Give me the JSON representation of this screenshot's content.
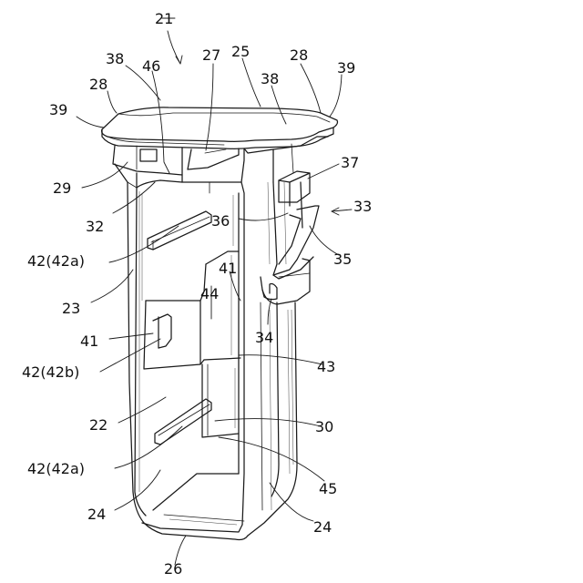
{
  "figure": {
    "title_label": "21",
    "labels": [
      {
        "key": "l46",
        "text": "46"
      },
      {
        "key": "l38a",
        "text": "38"
      },
      {
        "key": "l27",
        "text": "27"
      },
      {
        "key": "l25",
        "text": "25"
      },
      {
        "key": "l28a",
        "text": "28"
      },
      {
        "key": "l38b",
        "text": "38"
      },
      {
        "key": "l39a",
        "text": "39"
      },
      {
        "key": "l28b",
        "text": "28"
      },
      {
        "key": "l39b",
        "text": "39"
      },
      {
        "key": "l37",
        "text": "37"
      },
      {
        "key": "l29",
        "text": "29"
      },
      {
        "key": "l33",
        "text": "33"
      },
      {
        "key": "l36",
        "text": "36"
      },
      {
        "key": "l32",
        "text": "32"
      },
      {
        "key": "l42a1",
        "text": "42(42a)"
      },
      {
        "key": "l35",
        "text": "35"
      },
      {
        "key": "l41a",
        "text": "41"
      },
      {
        "key": "l23",
        "text": "23"
      },
      {
        "key": "l44",
        "text": "44"
      },
      {
        "key": "l34",
        "text": "34"
      },
      {
        "key": "l41b",
        "text": "41"
      },
      {
        "key": "l42b",
        "text": "42(42b)"
      },
      {
        "key": "l43",
        "text": "43"
      },
      {
        "key": "l22",
        "text": "22"
      },
      {
        "key": "l30",
        "text": "30"
      },
      {
        "key": "l42a2",
        "text": "42(42a)"
      },
      {
        "key": "l45",
        "text": "45"
      },
      {
        "key": "l24a",
        "text": "24"
      },
      {
        "key": "l24b",
        "text": "24"
      },
      {
        "key": "l26",
        "text": "26"
      }
    ]
  }
}
